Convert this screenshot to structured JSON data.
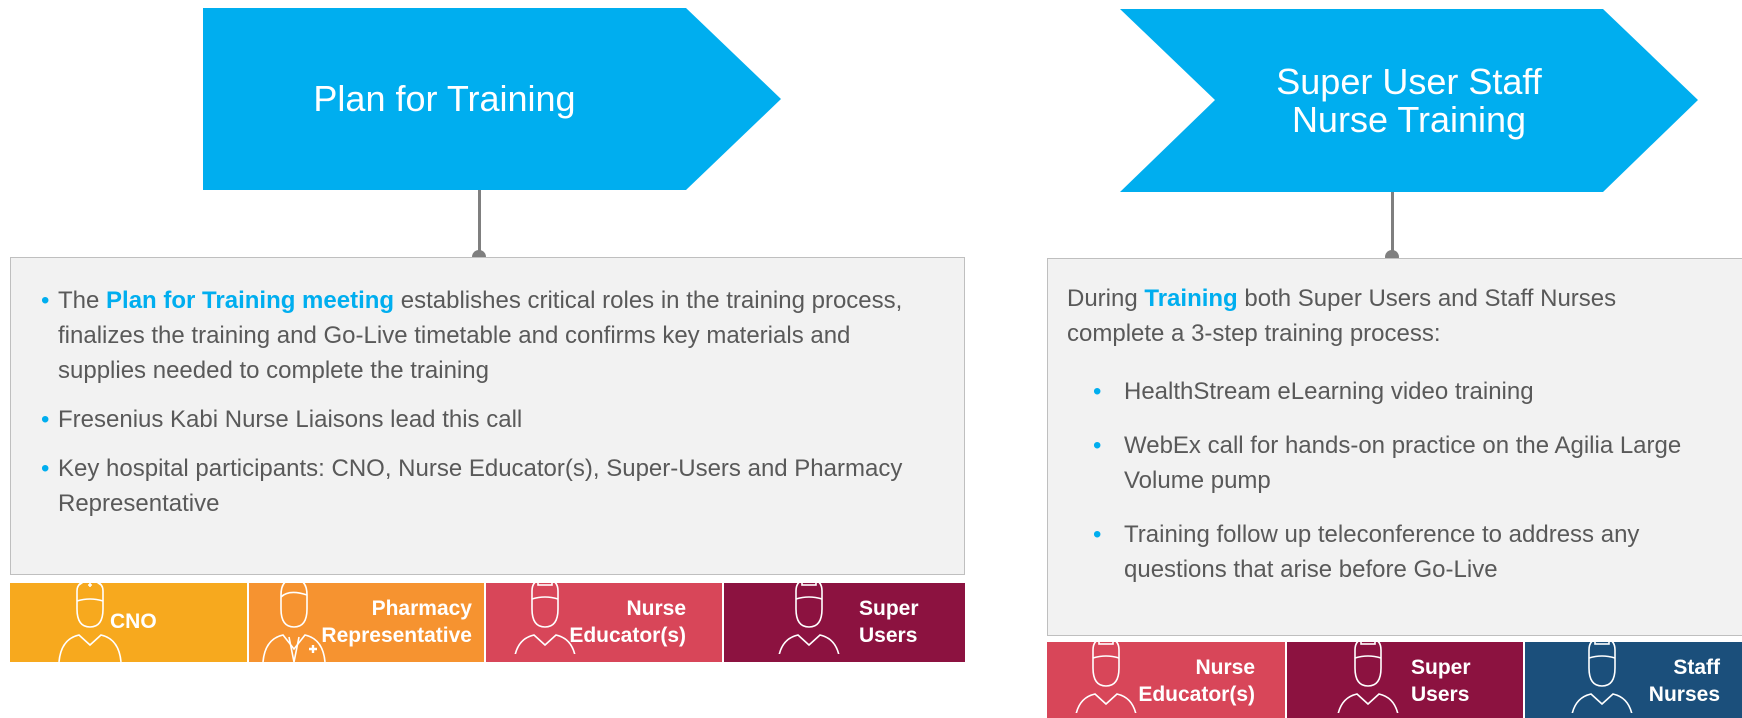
{
  "colors": {
    "arrow": "#00aeef",
    "highlight": "#00aeef",
    "connector": "#7f7f7f",
    "panel_bg": "#f2f2f2",
    "role_cno": "#f7a91e",
    "role_pharmacy": "#f69330",
    "role_nurse_educator": "#d84659",
    "role_super_users": "#8c1240",
    "role_staff_nurses": "#1b4f7b"
  },
  "left": {
    "arrow_title": "Plan for Training",
    "bullet1": {
      "pre": "The ",
      "highlight": "Plan for Training meeting",
      "post": " establishes critical roles in the training process, finalizes the training and Go-Live timetable and confirms key materials and supplies needed to complete the training"
    },
    "bullet2": "Fresenius Kabi Nurse Liaisons lead this call",
    "bullet3": "Key hospital participants: CNO, Nurse Educator(s), Super-Users and Pharmacy Representative",
    "roles": {
      "cno": "CNO",
      "pharmacy_line1": "Pharmacy",
      "pharmacy_line2": "Representative",
      "nurse_edu_line1": "Nurse",
      "nurse_edu_line2": "Educator(s)",
      "super_line1": "Super",
      "super_line2": "Users"
    }
  },
  "right": {
    "arrow_title_line1": "Super User Staff",
    "arrow_title_line2": "Nurse Training",
    "intro": {
      "pre": "During ",
      "highlight": "Training",
      "post": " both Super Users and Staff Nurses complete a 3-step training process:"
    },
    "step1": "HealthStream eLearning video training",
    "step2": "WebEx call for hands-on practice on the Agilia Large Volume pump",
    "step3": "Training follow up teleconference to address any questions that arise before Go-Live",
    "roles": {
      "nurse_edu_line1": "Nurse",
      "nurse_edu_line2": "Educator(s)",
      "super_line1": "Super",
      "super_line2": "Users",
      "staff_line1": "Staff",
      "staff_line2": "Nurses"
    }
  },
  "bullet_char": "•"
}
